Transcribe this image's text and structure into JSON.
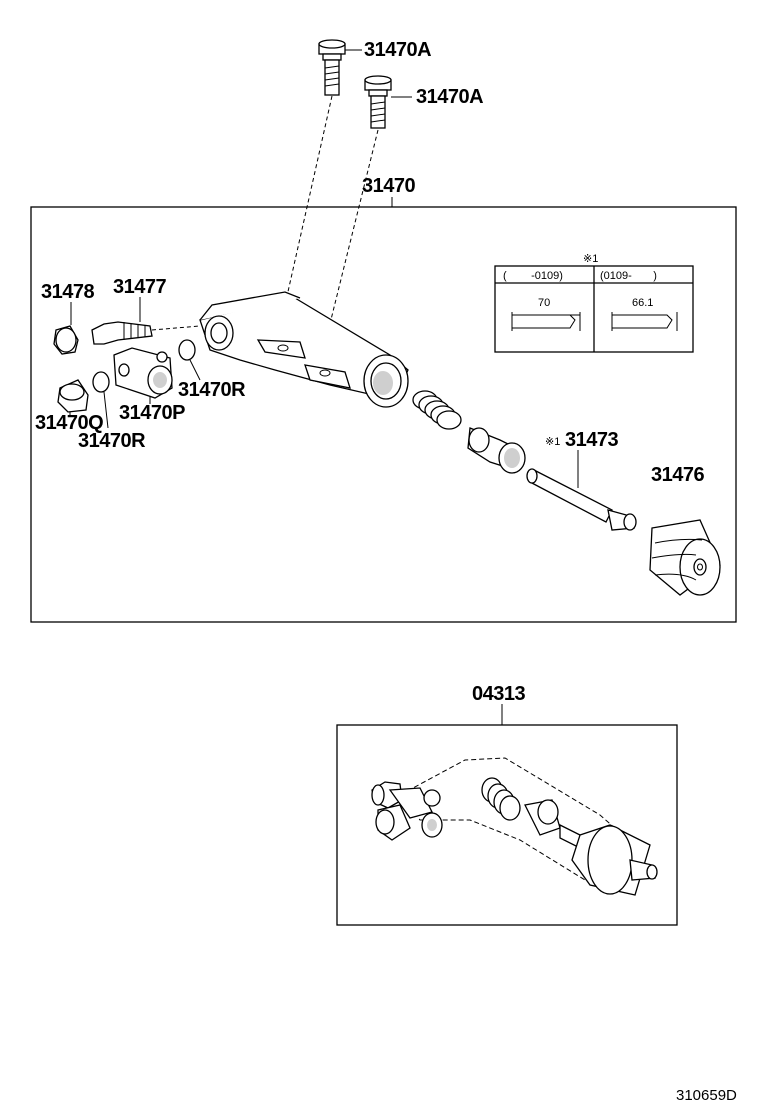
{
  "labels": {
    "bolt_a1": "31470A",
    "bolt_a2": "31470A",
    "cylinder_assy": "31470",
    "cap": "31478",
    "bleeder": "31477",
    "gasket_r1": "31470R",
    "union": "31470P",
    "plug": "31470Q",
    "gasket_r2": "31470R",
    "push_rod": "31473",
    "boot": "31476",
    "repair_kit": "04313",
    "note_mark": "※1",
    "push_rod_mark": "※1"
  },
  "inset_table": {
    "col1_header": "(        -0109)",
    "col2_header": "(0109-       )",
    "col1_value": "70",
    "col2_value": "66.1"
  },
  "reference": "310659D"
}
